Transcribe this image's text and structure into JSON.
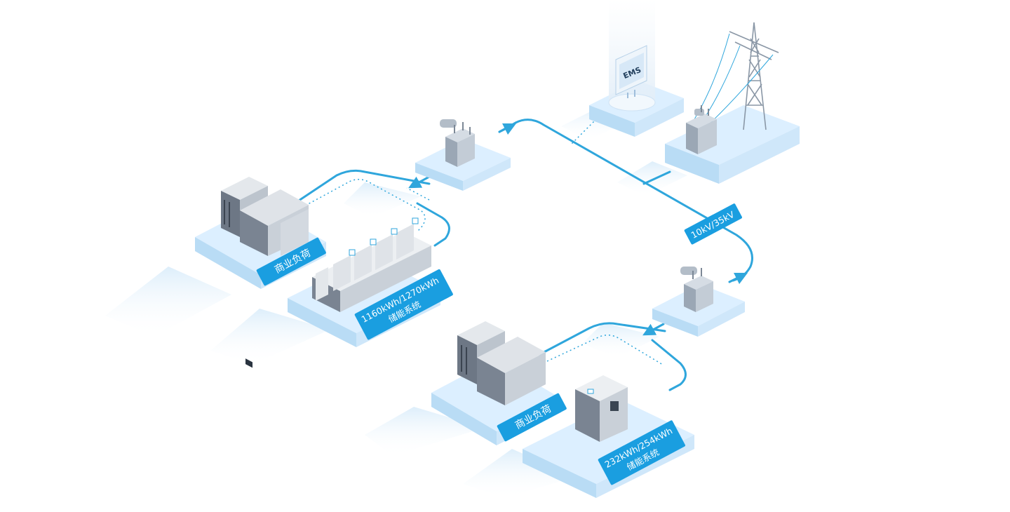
{
  "ems": {
    "screen_text": "EMS"
  },
  "voltage": {
    "text": "10kV/35kV"
  },
  "site_top": {
    "load_label": "商业负荷",
    "storage_label_line1": "1160kWh/1270kWh",
    "storage_label_line2": "储能系统"
  },
  "site_bottom": {
    "load_label": "商业负荷",
    "storage_label_line1": "232kWh/254kWh",
    "storage_label_line2": "储能系统"
  },
  "colors": {
    "line": "#2fa6dc",
    "label_bg": "#1a9ee0",
    "platform_top": "#dcefff",
    "platform_side": "#b9dcf5"
  }
}
